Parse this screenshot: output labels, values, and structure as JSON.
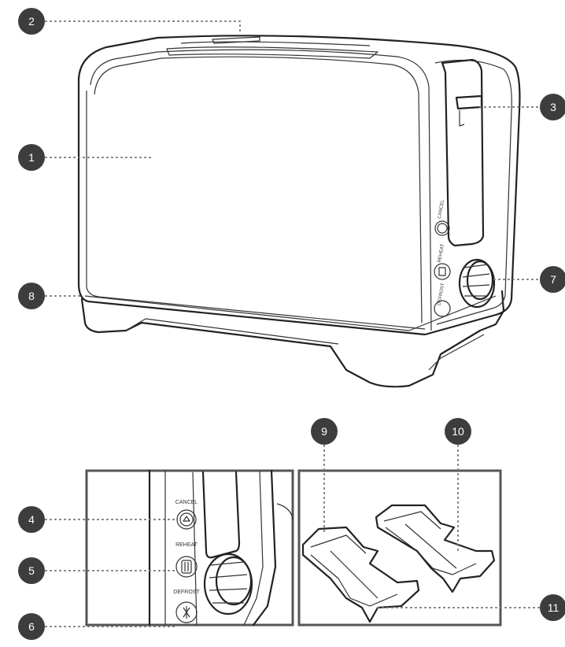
{
  "callouts": [
    {
      "id": "1",
      "label": "1"
    },
    {
      "id": "2",
      "label": "2"
    },
    {
      "id": "3",
      "label": "3"
    },
    {
      "id": "4",
      "label": "4"
    },
    {
      "id": "5",
      "label": "5"
    },
    {
      "id": "6",
      "label": "6"
    },
    {
      "id": "7",
      "label": "7"
    },
    {
      "id": "8",
      "label": "8"
    },
    {
      "id": "9",
      "label": "9"
    },
    {
      "id": "10",
      "label": "10"
    },
    {
      "id": "11",
      "label": "11"
    }
  ],
  "panel": {
    "cancel": "CANCEL",
    "reheat": "REHEAT",
    "defrost": "DEFROST"
  },
  "colors": {
    "callout_fill": "#3d3d3d",
    "line": "#222222",
    "frame": "#555555",
    "leader": "#666666"
  }
}
